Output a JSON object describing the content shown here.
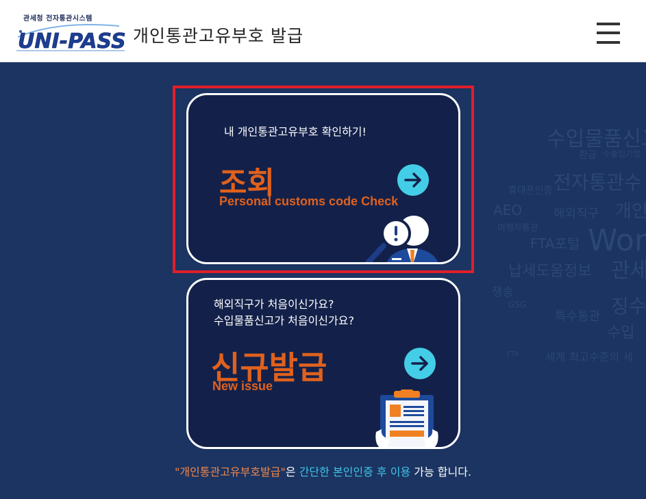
{
  "header": {
    "logo_caption": "관세청 전자통관시스템",
    "logo_text": "UNI-PASS",
    "title": "개인통관고유부호 발급",
    "menu_icon": "hamburger-menu-icon"
  },
  "background_words": [
    "수입물품신고",
    "환급",
    "수출입기업",
    "휴대폰인증",
    "전자통관수",
    "AEO",
    "해외직구",
    "개인",
    "여행자통관",
    "FTA포털",
    "Wor",
    "납세도움정보",
    "관세",
    "쟁송",
    "GSG",
    "특수통관",
    "징수",
    "수입",
    "FTA",
    "세계 최고수준의 세"
  ],
  "cards": {
    "check": {
      "subtitle": "내 개인통관고유부호 확인하기!",
      "title": "조회",
      "title_en": "Personal customs code Check",
      "arrow_icon": "arrow-right-icon",
      "illustration": "magnifier-person-icon"
    },
    "new": {
      "subtitle_line1": "해외직구가 처음이신가요?",
      "subtitle_line2": "수입물품신고가 처음이신가요?",
      "title": "신규발급",
      "title_en": "New issue",
      "arrow_icon": "arrow-right-icon",
      "illustration": "clipboard-document-icon"
    }
  },
  "footer": {
    "part1": "\"개인통관고유부호발급\"",
    "part2": "은 ",
    "part3": "간단한 본인인증 후 이용",
    "part4": " 가능 합니다."
  },
  "colors": {
    "background": "#1b3461",
    "card_bg": "#13214a",
    "accent_orange": "#e0611d",
    "accent_cyan": "#44cde6",
    "highlight_red": "#e11f2b"
  }
}
